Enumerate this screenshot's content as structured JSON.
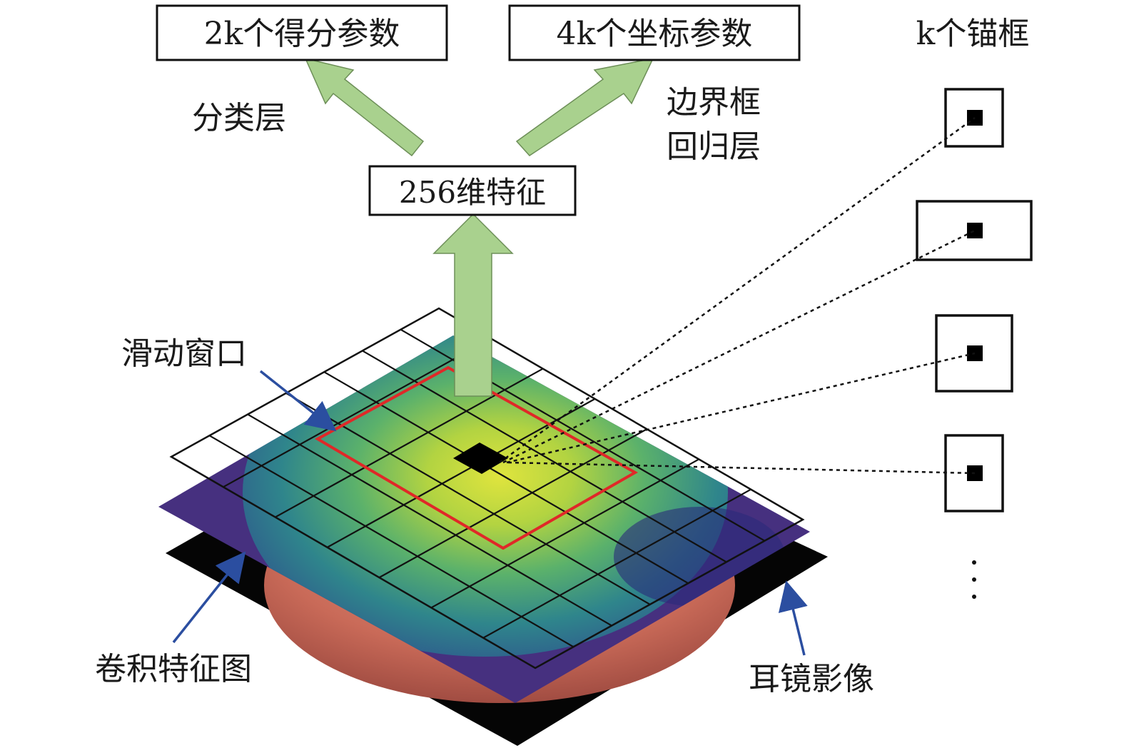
{
  "labels": {
    "score_params": "2k个得分参数",
    "coord_params": "4k个坐标参数",
    "k_anchors": "k个锚框",
    "cls_layer": "分类层",
    "bbox_reg_line1": "边界框",
    "bbox_reg_line2": "回归层",
    "feature_256": "256维特征",
    "sliding_window": "滑动窗口",
    "conv_feature_map": "卷积特征图",
    "otoscope_image": "耳镜影像"
  },
  "colors": {
    "arrow_green": "#a9d18e",
    "arrow_green_stroke": "#6d8f58",
    "window_red": "#e02828",
    "pointer_blue": "#2b4ea0",
    "featuremap_purple": "#46307f",
    "grid_line": "#111111"
  }
}
